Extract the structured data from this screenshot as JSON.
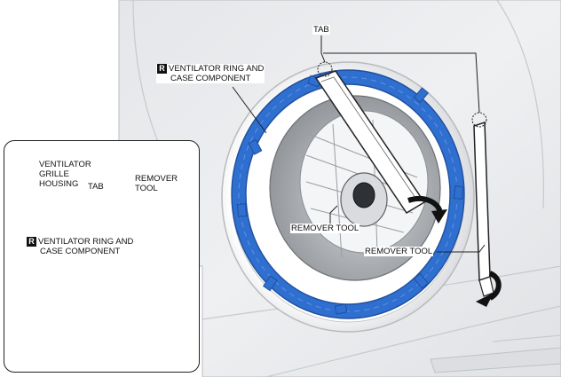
{
  "labels": {
    "tab": "TAB",
    "ring_case_main_line1": "VENTILATOR RING AND",
    "ring_case_main_line2": "CASE COMPONENT",
    "remover_tool_left": "REMOVER TOOL",
    "remover_tool_right": "REMOVER TOOL",
    "badge": "R"
  },
  "inset": {
    "housing_line1": "VENTILATOR",
    "housing_line2": "GRILLE",
    "housing_line3": "HOUSING",
    "tab": "TAB",
    "remover_line1": "REMOVER",
    "remover_line2": "TOOL",
    "ring_case_line1": "VENTILATOR RING AND",
    "ring_case_line2": "CASE COMPONENT",
    "badge": "R"
  },
  "colors": {
    "ring_blue": "#2f6fd0",
    "ring_blue_dark": "#1f4f9e",
    "panel_gray": "#e9eaec",
    "line": "#222222"
  }
}
